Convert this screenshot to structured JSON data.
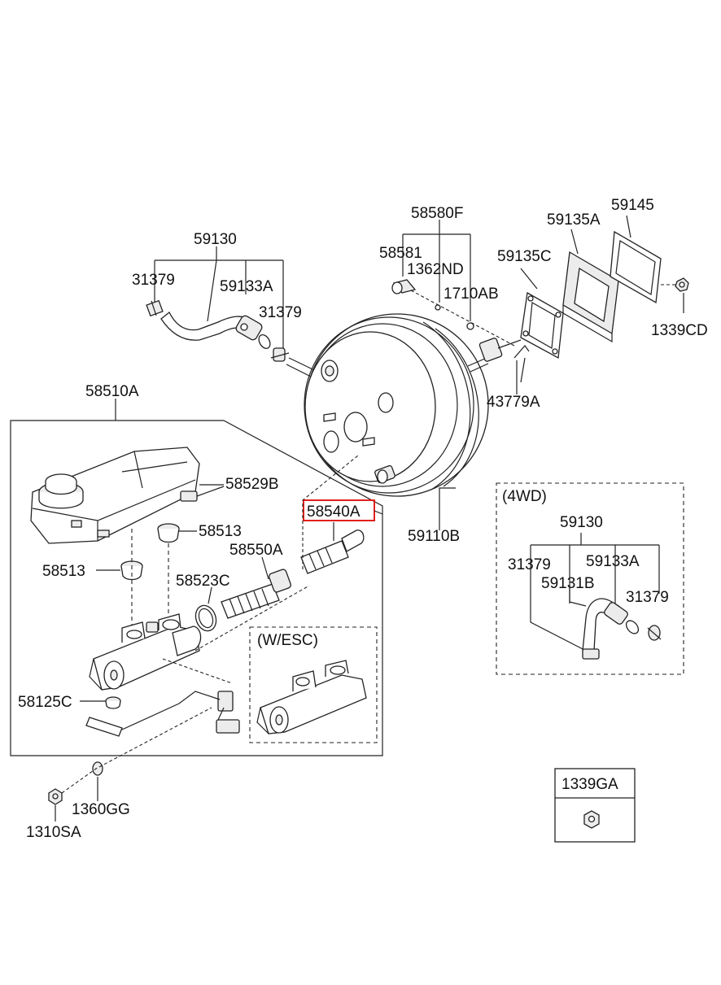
{
  "labels": {
    "p59130": "59130",
    "p31379_left": "31379",
    "p59133A": "59133A",
    "p31379_mid": "31379",
    "p58580F": "58580F",
    "p58581": "58581",
    "p1362ND": "1362ND",
    "p1710AB": "1710AB",
    "p59135C": "59135C",
    "p59135A": "59135A",
    "p59145": "59145",
    "p1339CD": "1339CD",
    "p43779A": "43779A",
    "p58510A": "58510A",
    "p58529B": "58529B",
    "p58540A": "58540A",
    "p58513_right": "58513",
    "p58550A": "58550A",
    "p58513_left": "58513",
    "p58523C": "58523C",
    "p59110B": "59110B",
    "p58125C": "58125C",
    "p1310SA": "1310SA",
    "p1360GG": "1360GG"
  },
  "wesc": {
    "title": "(W/ESC)"
  },
  "wd4": {
    "title": "(4WD)",
    "p59130": "59130",
    "p31379_left": "31379",
    "p59133A": "59133A",
    "p59131B": "59131B",
    "p31379_right": "31379"
  },
  "legend_box": {
    "label": "1339GA"
  },
  "colors": {
    "highlight": "#e0201c",
    "ink": "#222222"
  }
}
